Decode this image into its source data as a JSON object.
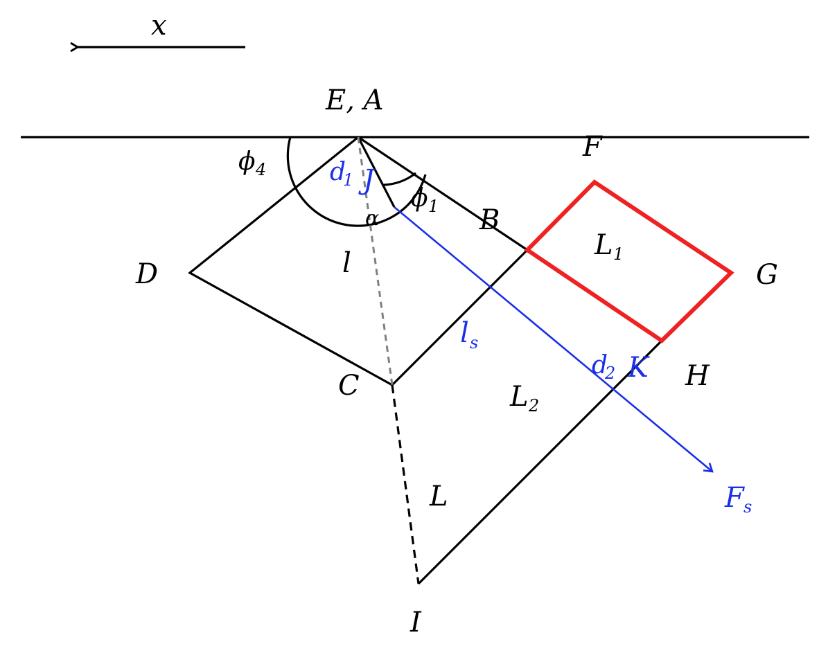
{
  "diagram": {
    "axis_label": "x",
    "points": {
      "EA": "E, A",
      "F": "F",
      "B": "B",
      "G": "G",
      "D": "D",
      "C": "C",
      "H": "H",
      "K": "K",
      "J": "J",
      "I": "I"
    },
    "angles": {
      "phi4": "ϕ",
      "phi4_sub": "4",
      "phi1": "ϕ",
      "phi1_sub": "1",
      "alpha": "α"
    },
    "lengths": {
      "d1": "d",
      "d1_sub": "1",
      "d2": "d",
      "d2_sub": "2",
      "l": "l",
      "ls": "l",
      "ls_sub": "s",
      "L": "L",
      "L1": "L",
      "L1_sub": "1",
      "L2": "L",
      "L2_sub": "2"
    },
    "force": {
      "label": "F",
      "sub": "s"
    },
    "colors": {
      "structure": "#000000",
      "force_line": "#1a2fe8",
      "highlight_box": "#ee2222",
      "reference_dash": "#808080"
    }
  }
}
